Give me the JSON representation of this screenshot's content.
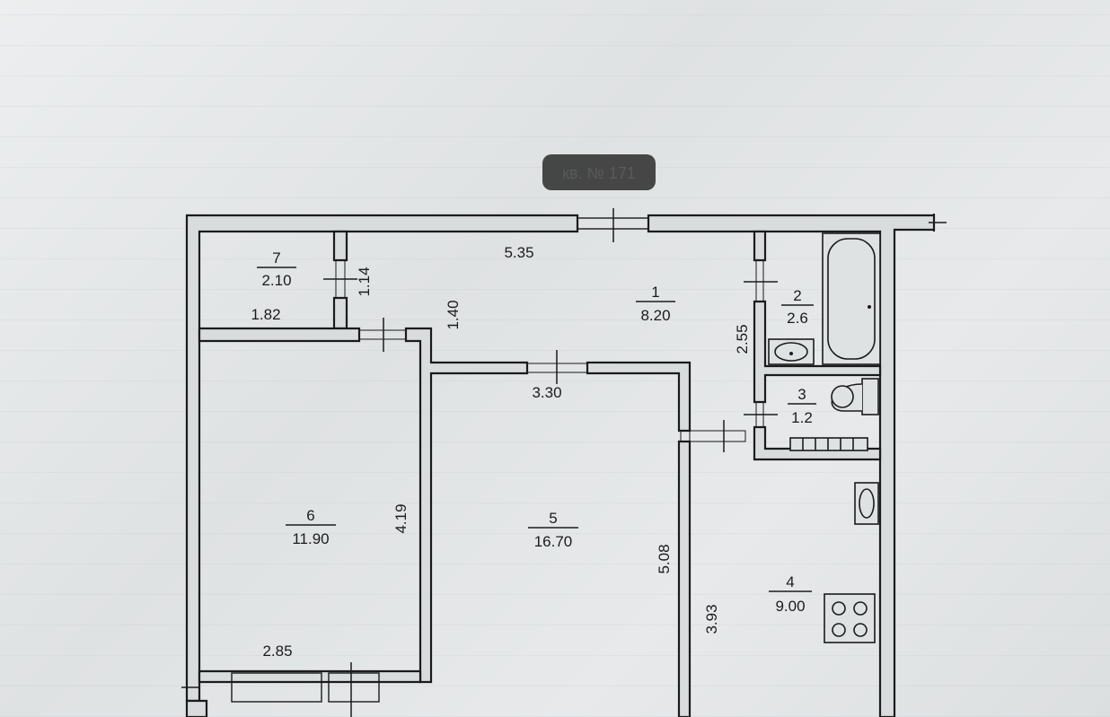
{
  "header": {
    "apartment_label": "кв. № 171"
  },
  "rooms": [
    {
      "id": "1",
      "number": "1",
      "area": "8.20"
    },
    {
      "id": "2",
      "number": "2",
      "area": "2.6"
    },
    {
      "id": "3",
      "number": "3",
      "area": "1.2"
    },
    {
      "id": "4",
      "number": "4",
      "area": "9.00"
    },
    {
      "id": "5",
      "number": "5",
      "area": "16.70"
    },
    {
      "id": "6",
      "number": "6",
      "area": "11.90"
    },
    {
      "id": "7",
      "number": "7",
      "area": "2.10"
    }
  ],
  "dimensions": {
    "corridor_length": "5.35",
    "corridor_depth": "1.40",
    "closet_width": "1.82",
    "closet_depth": "1.14",
    "bath_depth": "2.55",
    "room5_width": "3.30",
    "room5_depth": "5.08",
    "room6_depth": "4.19",
    "room6_width": "2.85",
    "kitchen_depth": "3.93"
  }
}
